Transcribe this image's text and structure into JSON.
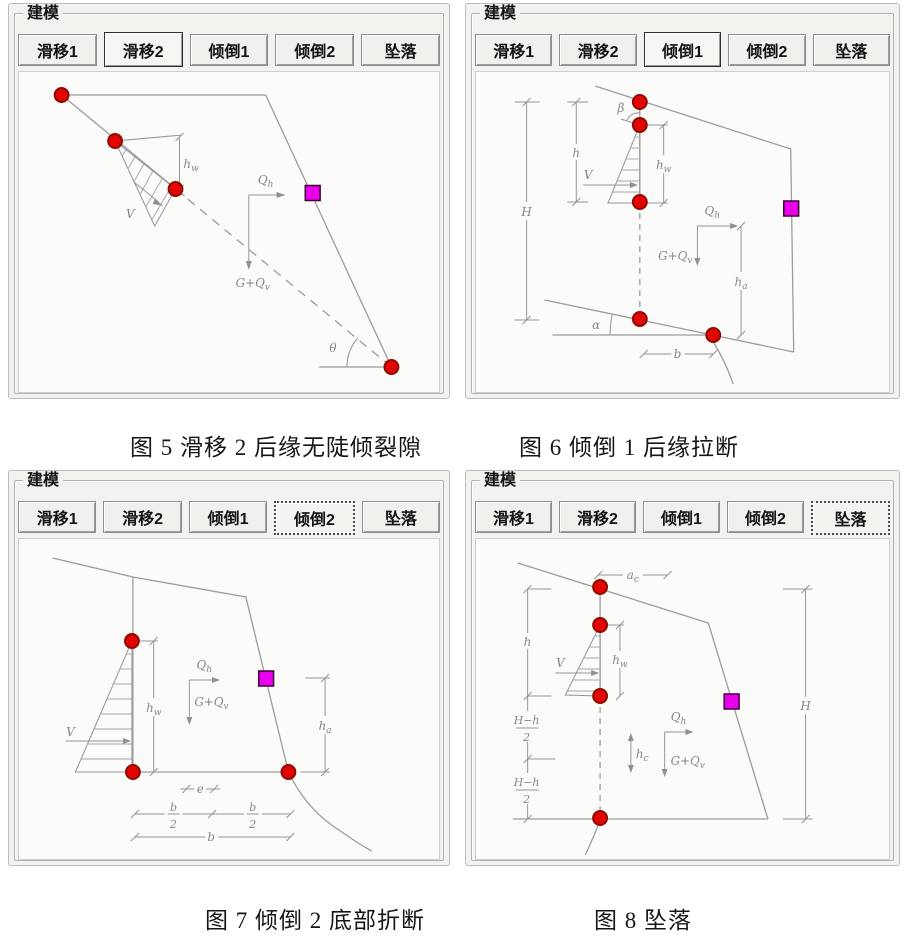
{
  "group_label": "建模",
  "tabs": [
    "滑移1",
    "滑移2",
    "倾倒1",
    "倾倒2",
    "坠落"
  ],
  "captions": [
    "图 5 滑移 2 后缘无陡倾裂隙",
    "图 6 倾倒 1 后缘拉断",
    "图 7 倾倒 2 底部折断",
    "图 8 坠落"
  ],
  "panels": [
    {
      "name": "slide2-mode",
      "selected_tab": "滑移2"
    },
    {
      "name": "topple1-mode",
      "selected_tab": "倾倒1"
    },
    {
      "name": "topple2-mode",
      "selected_tab": "倾倒2"
    },
    {
      "name": "fall-mode",
      "selected_tab": "坠落"
    }
  ],
  "symbols": {
    "V": "V",
    "H": "H",
    "h": "h",
    "b": "b",
    "e": "e",
    "two": "2",
    "theta": "θ",
    "beta": "β",
    "alpha": "α",
    "Q": "Q",
    "sub_h": "h",
    "GQ": "G+Q",
    "sub_v": "v",
    "sub_w": "w",
    "sub_a": "a",
    "sub_c": "c",
    "a": "a",
    "H_minus_h": "H−h"
  },
  "colors": {
    "vertex_dot": "#e10600",
    "load_block": "#ea00ea",
    "diagram_line": "#9c9ca0",
    "panel_bg": "#f2f2ef",
    "canvas_bg": "#fbfbfa"
  }
}
